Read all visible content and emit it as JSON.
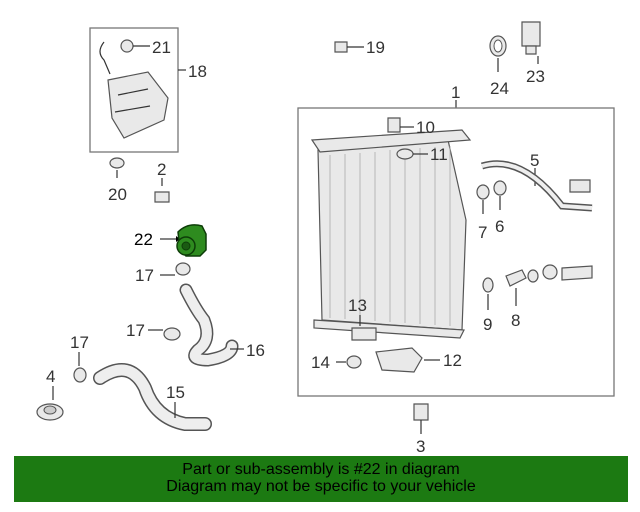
{
  "labels": {
    "p1": "1",
    "p2": "2",
    "p3": "3",
    "p4": "4",
    "p5": "5",
    "p6": "6",
    "p7": "7",
    "p8": "8",
    "p9": "9",
    "p10": "10",
    "p11": "11",
    "p12": "12",
    "p13": "13",
    "p14": "14",
    "p15": "15",
    "p16": "16",
    "p17a": "17",
    "p17b": "17",
    "p17c": "17",
    "p18": "18",
    "p19": "19",
    "p20": "20",
    "p21": "21",
    "p22": "22",
    "p23": "23",
    "p24": "24"
  },
  "highlight": {
    "part": "22",
    "color": "#2e8b1f"
  },
  "banner": {
    "line1": "Part or sub-assembly is #22 in diagram",
    "line2": "Diagram may not be specific to your vehicle",
    "color": "#1c7a12"
  }
}
